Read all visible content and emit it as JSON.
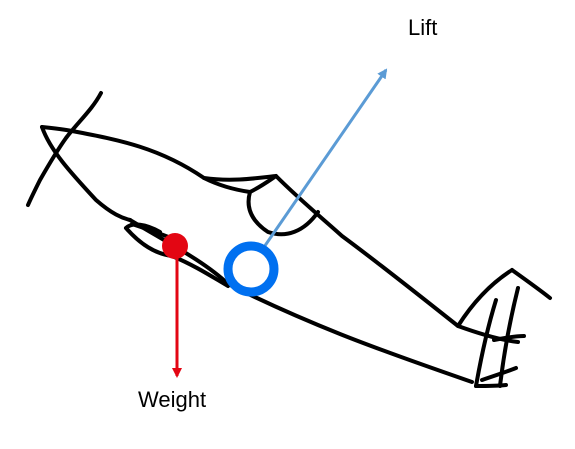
{
  "labels": {
    "lift": "Lift",
    "weight": "Weight"
  },
  "colors": {
    "outline": "#000000",
    "lift_arrow": "#5b9bd5",
    "center_of_lift": "#0070f0",
    "weight_arrow": "#e30613",
    "center_of_gravity": "#e30613"
  },
  "icons": {
    "center_of_lift": "circle-ring",
    "center_of_gravity": "filled-circle"
  }
}
